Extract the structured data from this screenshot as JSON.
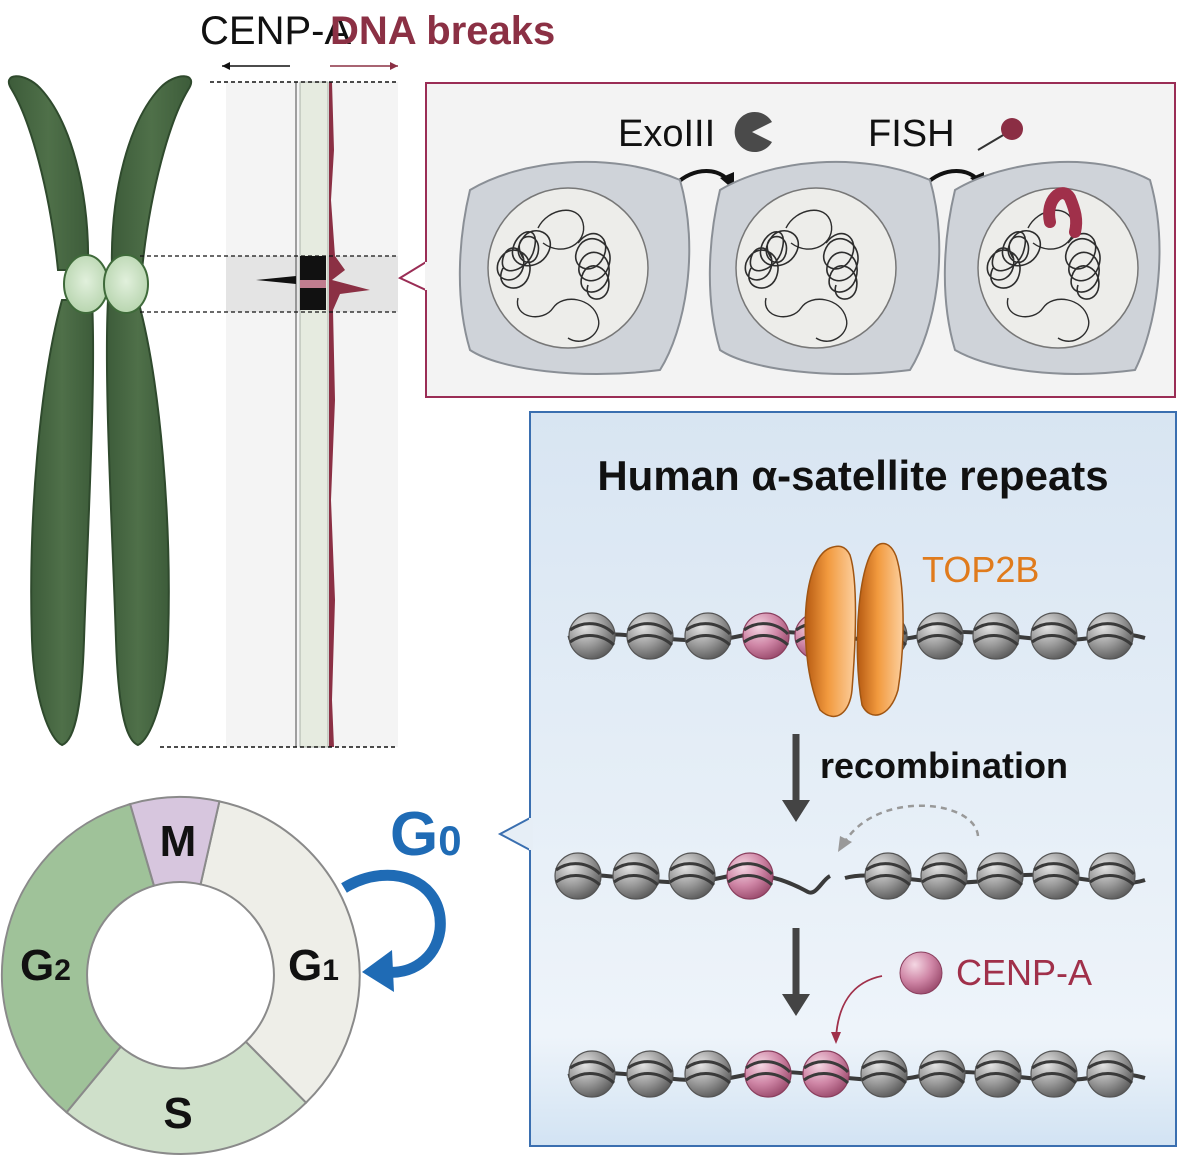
{
  "track": {
    "cenpa_label": "CENP-A",
    "breaks_label": "DNA breaks"
  },
  "assay": {
    "exo_label": "ExoIII",
    "fish_label": "FISH"
  },
  "panel": {
    "title": "Human α-satellite repeats",
    "top2b_label": "TOP2B",
    "recomb_label": "recombination",
    "cenpa_label": "CENP-A"
  },
  "cycle": {
    "m": "M",
    "g1": "G",
    "g1_sub": "1",
    "s": "S",
    "g2": "G",
    "g2_sub": "2",
    "g0": "G",
    "g0_sub": "0"
  },
  "colors": {
    "chromosome": "#4b6b47",
    "cenpa": "#c06a8d",
    "breaks": "#8b3044",
    "top2b": "#e07b1c",
    "g0": "#1f6bb5",
    "panel_border": "#3a6fb0"
  }
}
